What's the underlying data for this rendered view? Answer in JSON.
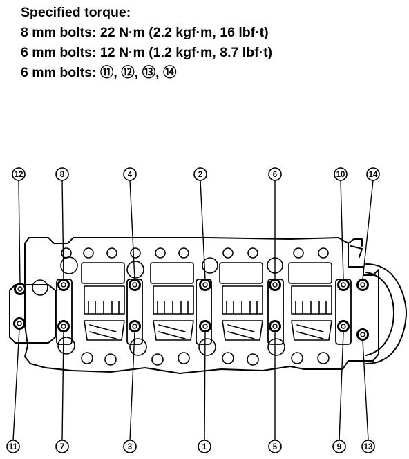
{
  "spec": {
    "title": "Specified torque:",
    "line_8mm": "8 mm bolts: 22 N·m (2.2 kgf·m, 16 lbf·t)",
    "line_6mm": "6 mm bolts: 12 N·m (1.2 kgf·m, 8.7 lbf·t)",
    "line_6mm_bolts_label": "6 mm bolts:",
    "line_6mm_bolts_ids": [
      "⑪",
      "⑫",
      "⑬",
      "⑭"
    ]
  },
  "callouts": {
    "top": [
      "12",
      "8",
      "4",
      "2",
      "6",
      "10",
      "14"
    ],
    "bottom": [
      "11",
      "7",
      "3",
      "1",
      "5",
      "9",
      "13"
    ]
  }
}
